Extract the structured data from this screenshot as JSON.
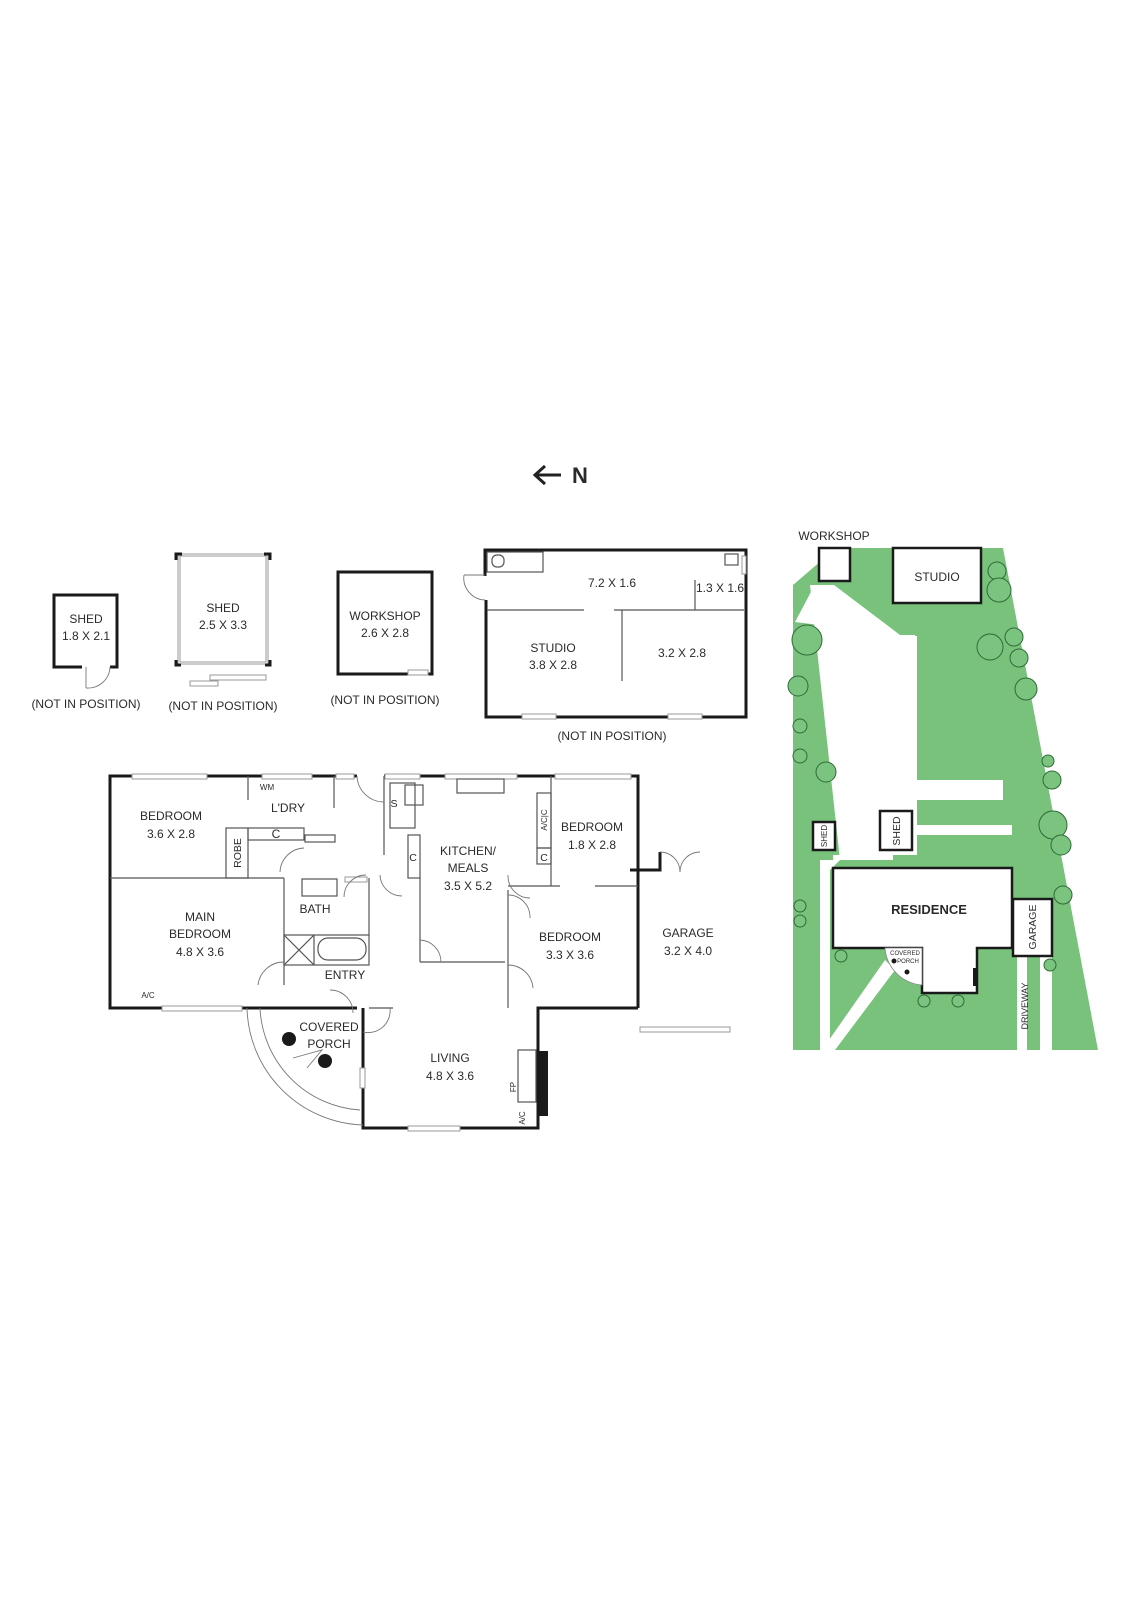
{
  "compass": {
    "arrow": "←",
    "label": "N"
  },
  "outbuildings": [
    {
      "id": "shed-small",
      "name": "SHED",
      "size": "1.8 X 2.1",
      "note": "(NOT IN POSITION)"
    },
    {
      "id": "shed-large",
      "name": "SHED",
      "size": "2.5 X 3.3",
      "note": "(NOT IN POSITION)"
    },
    {
      "id": "workshop",
      "name": "WORKSHOP",
      "size": "2.6 X 2.8",
      "note": "(NOT IN POSITION)"
    },
    {
      "id": "studio",
      "name": "STUDIO",
      "size": "3.8 X 2.8",
      "note": "(NOT IN POSITION)",
      "sub_rooms": [
        {
          "size": "7.2 X 1.6"
        },
        {
          "size": "1.3 X 1.6"
        },
        {
          "size": "3.2 X 2.8"
        }
      ]
    }
  ],
  "residence": {
    "rooms": [
      {
        "id": "bedroom-1",
        "name": "BEDROOM",
        "size": "3.6 X 2.8"
      },
      {
        "id": "laundry",
        "name": "L'DRY"
      },
      {
        "id": "main-bedroom",
        "name": "MAIN\nBEDROOM",
        "name_line1": "MAIN",
        "name_line2": "BEDROOM",
        "size": "4.8 X 3.6"
      },
      {
        "id": "bath",
        "name": "BATH"
      },
      {
        "id": "entry",
        "name": "ENTRY"
      },
      {
        "id": "kitchen",
        "name_line1": "KITCHEN/",
        "name_line2": "MEALS",
        "size": "3.5 X 5.2"
      },
      {
        "id": "bedroom-2",
        "name": "BEDROOM",
        "size": "1.8 X 2.8"
      },
      {
        "id": "bedroom-3",
        "name": "BEDROOM",
        "size": "3.3 X 3.6"
      },
      {
        "id": "garage",
        "name": "GARAGE",
        "size": "3.2 X 4.0"
      },
      {
        "id": "covered-porch",
        "name_line1": "COVERED",
        "name_line2": "PORCH"
      },
      {
        "id": "living",
        "name": "LIVING",
        "size": "4.8 X 3.6"
      }
    ],
    "fixtures": {
      "wm": "WM",
      "robe": "ROBE",
      "cupboard": "C",
      "stove": "S",
      "ac": "A/C",
      "ac_c": "A/C|C",
      "fireplace": "FP"
    }
  },
  "site_plan": {
    "colors": {
      "lawn": "#79c27c",
      "tree": "#2e6b35"
    },
    "labels": {
      "workshop": "WORKSHOP",
      "studio": "STUDIO",
      "shed_left": "SHED",
      "shed_mid": "SHED",
      "residence": "RESIDENCE",
      "garage": "GARAGE",
      "driveway": "DRIVEWAY",
      "porch_line1": "COVERED",
      "porch_line2": "PORCH"
    }
  }
}
